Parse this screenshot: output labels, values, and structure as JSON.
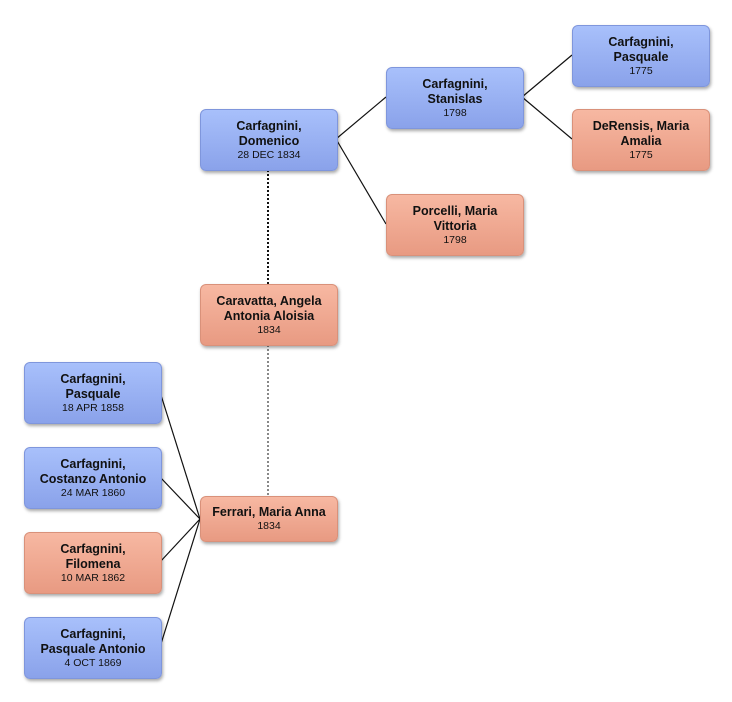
{
  "colors": {
    "male": "#97b0f5",
    "female": "#f1a890",
    "line": "#111111"
  },
  "people": {
    "domenico": {
      "name_line1": "Carfagnini,",
      "name_line2": "Domenico",
      "date": "28 DEC 1834",
      "gender": "male"
    },
    "stanislas": {
      "name_line1": "Carfagnini,",
      "name_line2": "Stanislas",
      "date": "1798",
      "gender": "male"
    },
    "pasquale_1775": {
      "name_line1": "Carfagnini,",
      "name_line2": "Pasquale",
      "date": "1775",
      "gender": "male"
    },
    "derensis": {
      "name_line1": "DeRensis, Maria",
      "name_line2": "Amalia",
      "date": "1775",
      "gender": "female"
    },
    "porcelli": {
      "name_line1": "Porcelli, Maria",
      "name_line2": "Vittoria",
      "date": "1798",
      "gender": "female"
    },
    "caravatta": {
      "name_line1": "Caravatta, Angela",
      "name_line2": "Antonia Aloisia",
      "date": "1834",
      "gender": "female"
    },
    "ferrari": {
      "name_line1": "Ferrari, Maria Anna",
      "date": "1834",
      "gender": "female"
    },
    "pasquale_1858": {
      "name_line1": "Carfagnini,",
      "name_line2": "Pasquale",
      "date": "18 APR 1858",
      "gender": "male"
    },
    "costanzo": {
      "name_line1": "Carfagnini,",
      "name_line2": "Costanzo Antonio",
      "date": "24 MAR 1860",
      "gender": "male"
    },
    "filomena": {
      "name_line1": "Carfagnini,",
      "name_line2": "Filomena",
      "date": "10 MAR 1862",
      "gender": "female"
    },
    "pasquale_antonio": {
      "name_line1": "Carfagnini,",
      "name_line2": "Pasquale Antonio",
      "date": "4 OCT 1869",
      "gender": "male"
    }
  }
}
